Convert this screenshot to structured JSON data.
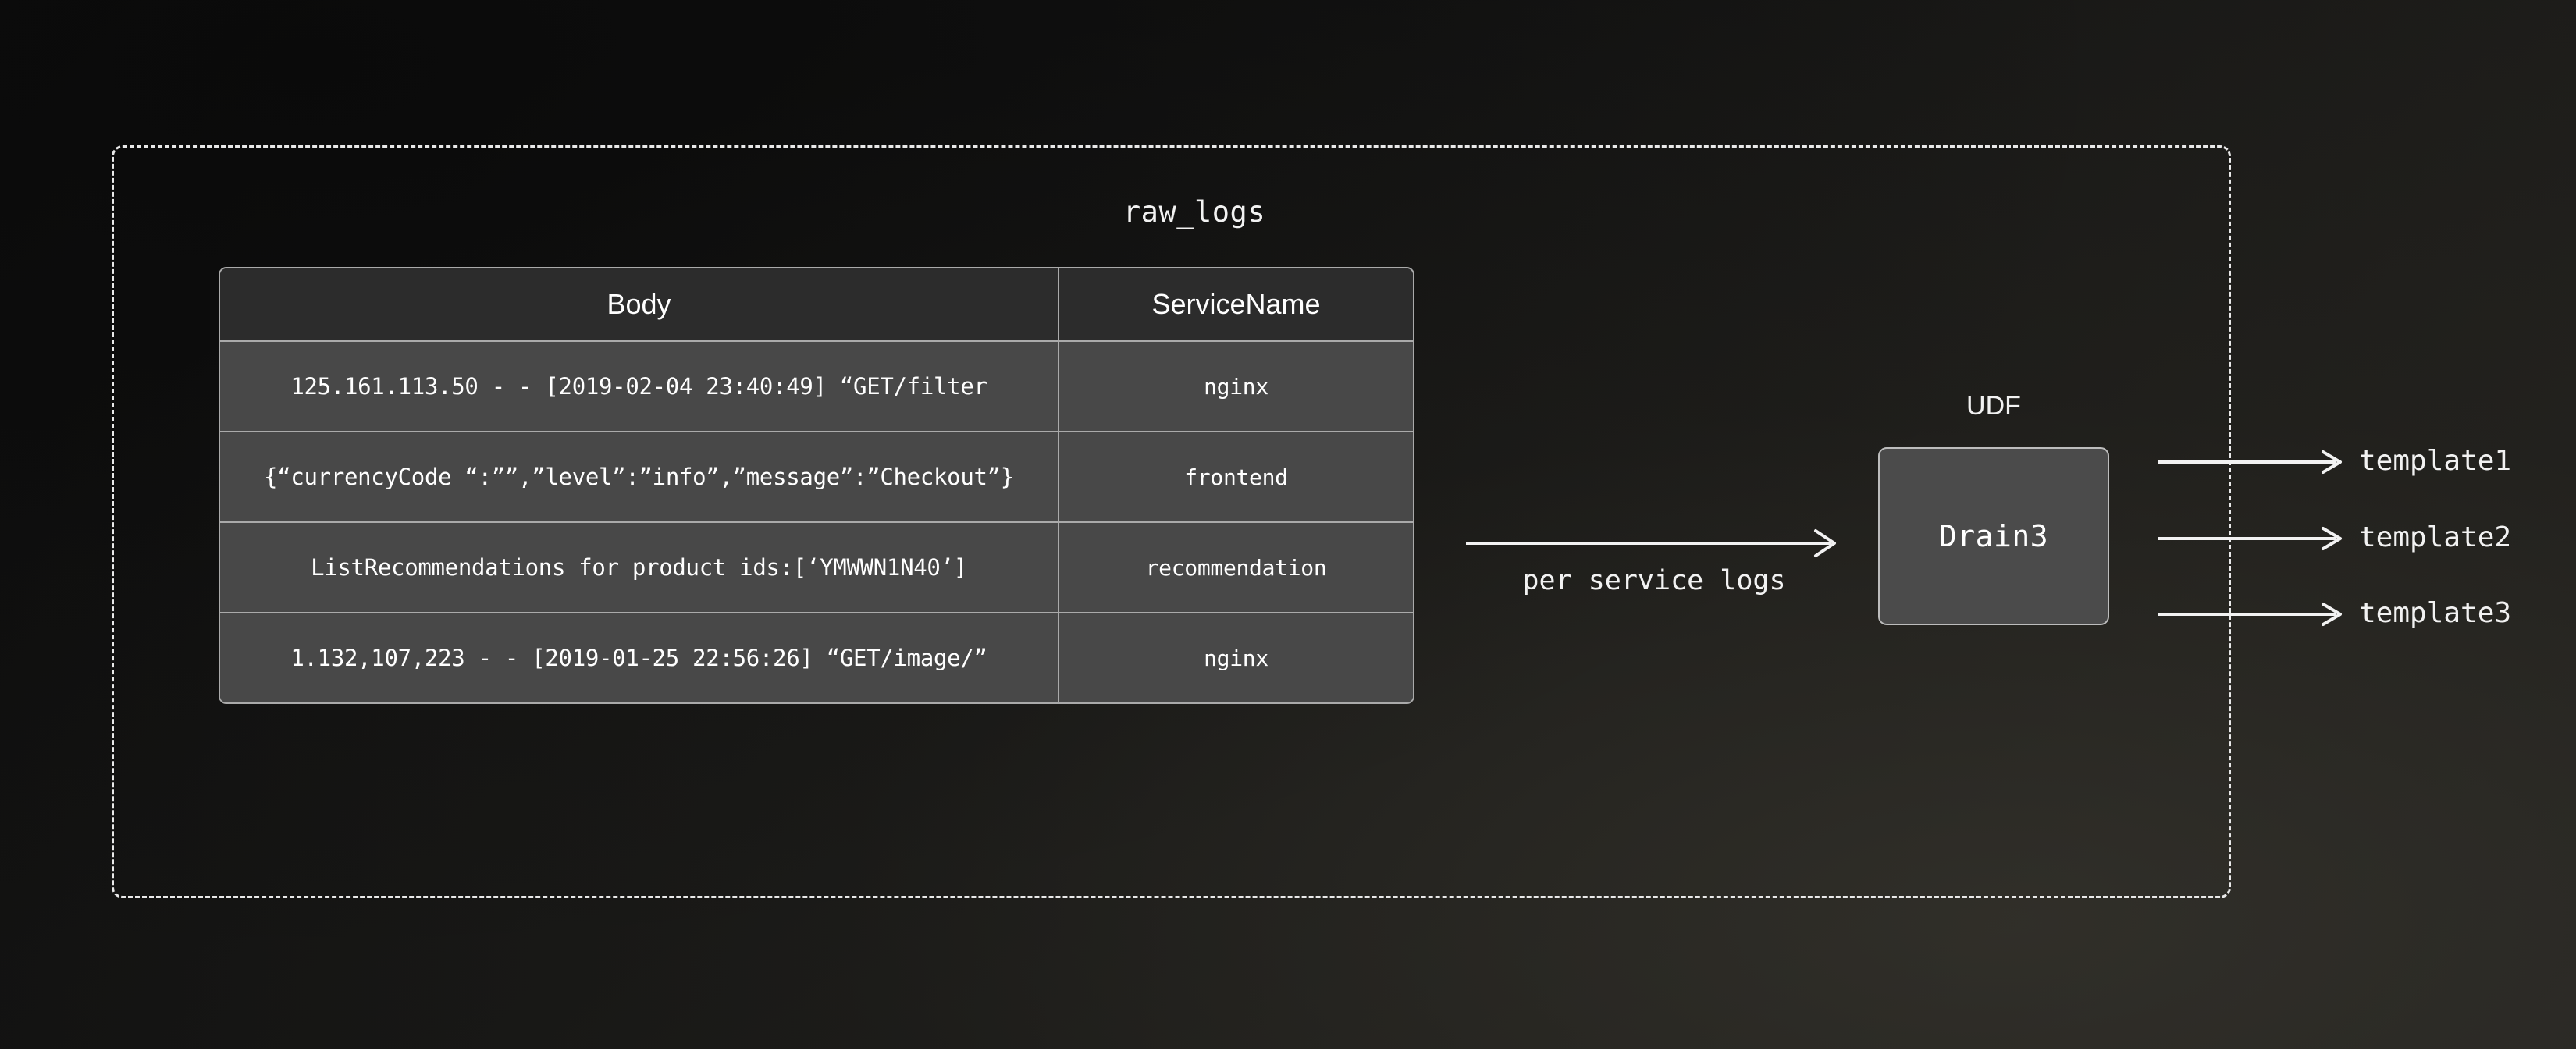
{
  "diagram": {
    "container_label": "raw_logs",
    "flow_arrow_label": "per service logs",
    "udf_label": "UDF",
    "udf_box_label": "Drain3"
  },
  "table": {
    "columns": [
      "Body",
      "ServiceName"
    ],
    "rows": [
      {
        "body": "125.161.113.50 - - [2019-02-04 23:40:49] “GET/filter",
        "service": "nginx"
      },
      {
        "body": "{“currencyCode “:””,”level”:”info”,”message”:”Checkout”}",
        "service": "frontend"
      },
      {
        "body": "ListRecommendations for product ids:[‘YMWWN1N40’]",
        "service": "recommendation"
      },
      {
        "body": "1.132,107,223 - - [2019-01-25 22:56:26] “GET/image/”",
        "service": "nginx"
      }
    ]
  },
  "outputs": [
    {
      "label": "template1"
    },
    {
      "label": "template2"
    },
    {
      "label": "template3"
    }
  ],
  "colors": {
    "background_dark": "#0c0c0c",
    "background_light": "#242320",
    "table_header_bg": "#2c2c2c",
    "table_row_bg": "#484848",
    "border": "#aaaaaa",
    "dashed_border": "#e9e9e9",
    "udf_box_bg": "#4b4b4b",
    "text": "#ffffff"
  }
}
